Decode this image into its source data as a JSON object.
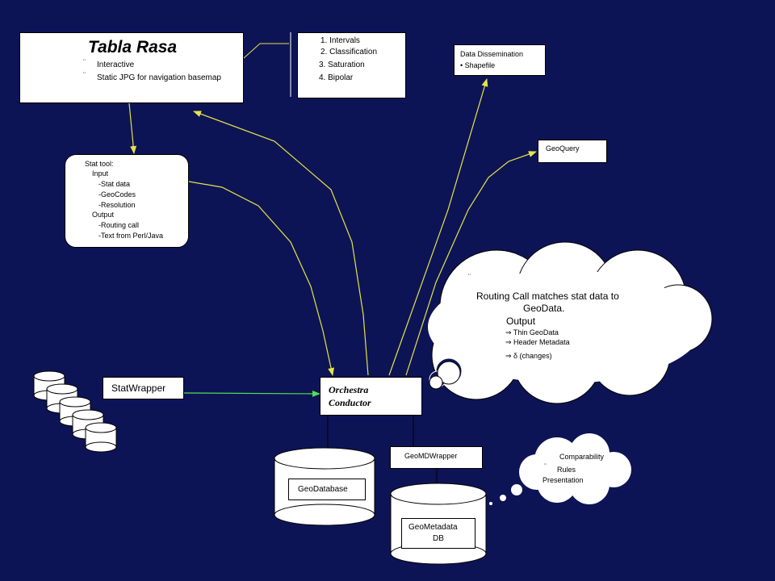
{
  "tabla_rasa": {
    "title": "Tabla Rasa",
    "bullet": "¨",
    "item1": "Interactive",
    "item2": "Static JPG for navigation basemap"
  },
  "list_box": {
    "item1": "1.    Intervals",
    "item2": "2.     Classification",
    "item3": "3.   Saturation",
    "item4": "4.   Bipolar"
  },
  "data_dissemination": {
    "title": "Data Dissemination",
    "item": "• Shapefile"
  },
  "geoquery": {
    "label": "GeoQuery"
  },
  "stat_tool": {
    "lines": [
      "Stat tool:",
      "Input",
      "-Stat data",
      "-GeoCodes",
      "-Resolution",
      "Output",
      "-Routing call",
      "-Text from Perl/Java"
    ]
  },
  "routing_cloud": {
    "bullet": "¨",
    "line1": "Routing Call matches stat data to",
    "line2": "GeoData.",
    "output": "Output",
    "out1": "⇒ Thin GeoData",
    "out2": "⇒  Header Metadata",
    "out3": "⇒  δ  (changes)"
  },
  "statwrapper": {
    "label": "StatWrapper"
  },
  "orchestra": {
    "line1": "Orchestra",
    "line2": "Conductor"
  },
  "geodatabase": {
    "label": "GeoDatabase"
  },
  "geomdwrapper": {
    "label": "GeoMDWrapper"
  },
  "geometadata": {
    "line1": "GeoMetadata",
    "line2": "DB"
  },
  "comparability_cloud": {
    "title": "Comparability",
    "bullet": "¨",
    "item1": "Rules",
    "item2": "Presentation"
  },
  "colors": {
    "background": "#0d1455",
    "yellow_arrow": "#e6e34a",
    "green_arrow": "#4fe04f",
    "white": "#ffffff"
  }
}
